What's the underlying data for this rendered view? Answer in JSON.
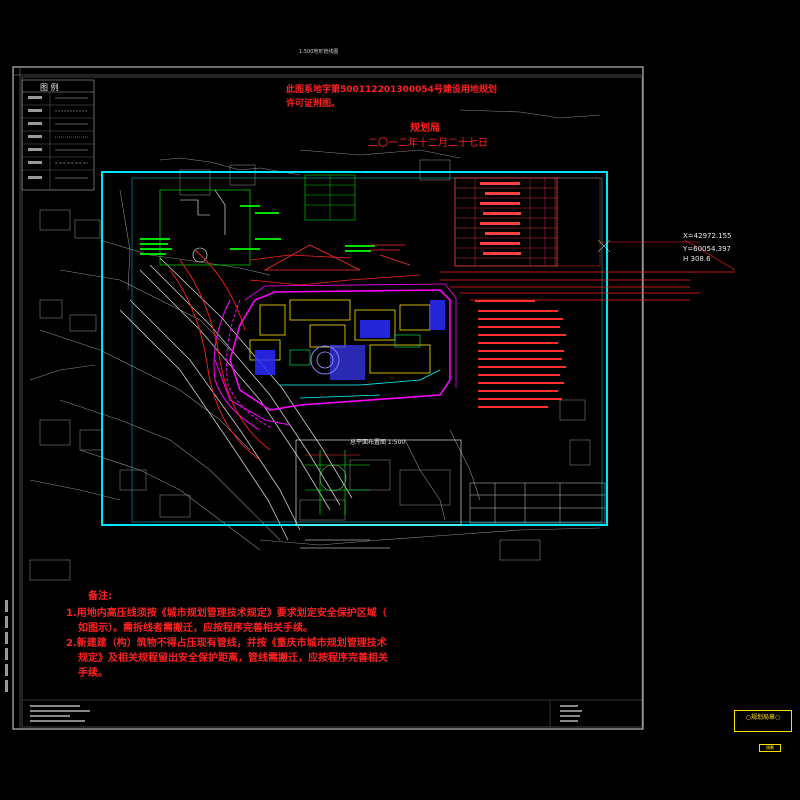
{
  "drawing_title": "1:500地形管线图",
  "permit_note": {
    "line1": "此图系地字第500112201300054号建设用地规划",
    "line2": "许可证附图。",
    "authority": "规划局",
    "date": "二〇一二年十二月二十七日"
  },
  "legend_title": "图 例",
  "plan_title": "总平面布置图 1:500",
  "coords": {
    "x1": "X=42972.155",
    "y1": "Y=60054.397",
    "h1": "H 308.6"
  },
  "remarks": {
    "heading": "备注:",
    "items": [
      "1.用地内高压线须按《城市规划管理技术规定》要求划定安全保护区域（",
      "如图示）。需拆线者需搬迁，应按程序完善相关手续。",
      "2.新建建（构）筑物不得占压现有管线，并按《重庆市城市规划管理技术",
      "规定》及相关规程留出安全保护距离，管线需搬迁，应按程序完善相关",
      "手续。"
    ]
  },
  "badge": {
    "line1": "○规划局章○",
    "line2": "",
    "small": "規劃"
  },
  "colors": {
    "frame": "#ffffff",
    "boundary": "#00e5ff",
    "red_text": "#ff2020",
    "magenta": "#ff00ff",
    "green": "#00ff00",
    "yellow": "#ffe000",
    "blue": "#2020ff"
  }
}
